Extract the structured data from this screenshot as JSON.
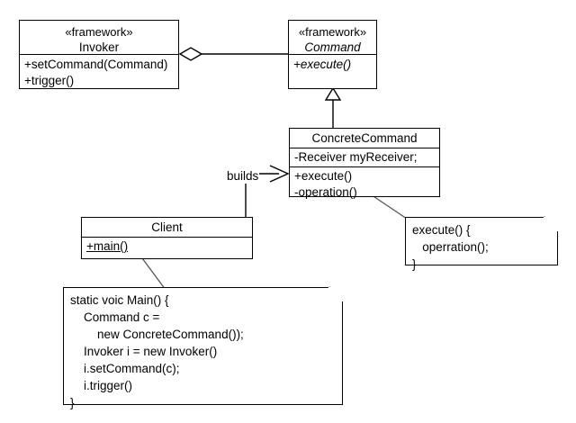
{
  "diagram": {
    "title": "Command Pattern UML Class Diagram",
    "background_color": "#ffffff",
    "stroke_color": "#000000"
  },
  "classes": {
    "invoker": {
      "stereotype": "«framework»",
      "name": "Invoker",
      "members": [
        "+setCommand(Command)",
        "+trigger()"
      ]
    },
    "command": {
      "stereotype": "«framework»",
      "name": "Command",
      "members": [
        "+execute()"
      ]
    },
    "concrete_command": {
      "name": "ConcreteCommand",
      "attributes": [
        "-Receiver myReceiver;"
      ],
      "operations": [
        "+execute()",
        "-operation()"
      ]
    },
    "client": {
      "name": "Client",
      "members": [
        "+main()"
      ]
    }
  },
  "notes": {
    "execute_note": {
      "lines": [
        "execute() {",
        "   operration();",
        "}"
      ]
    },
    "main_note": {
      "lines": [
        "static voic Main() {",
        "    Command c =",
        "        new ConcreteCommand());",
        "    Invoker i = new Invoker()",
        "    i.setCommand(c);",
        "    i.trigger()",
        "}"
      ]
    }
  },
  "relations": {
    "aggregation": {
      "label": "",
      "from": "Invoker",
      "to": "Command",
      "type": "aggregation"
    },
    "generalization": {
      "label": "",
      "from": "ConcreteCommand",
      "to": "Command",
      "type": "generalization"
    },
    "builds": {
      "label": "builds",
      "from": "Client",
      "to": "ConcreteCommand",
      "type": "dependency"
    },
    "note_link_execute": {
      "from": "ConcreteCommand",
      "to": "execute_note",
      "type": "note-anchor"
    },
    "note_link_main": {
      "from": "Client",
      "to": "main_note",
      "type": "note-anchor"
    }
  }
}
